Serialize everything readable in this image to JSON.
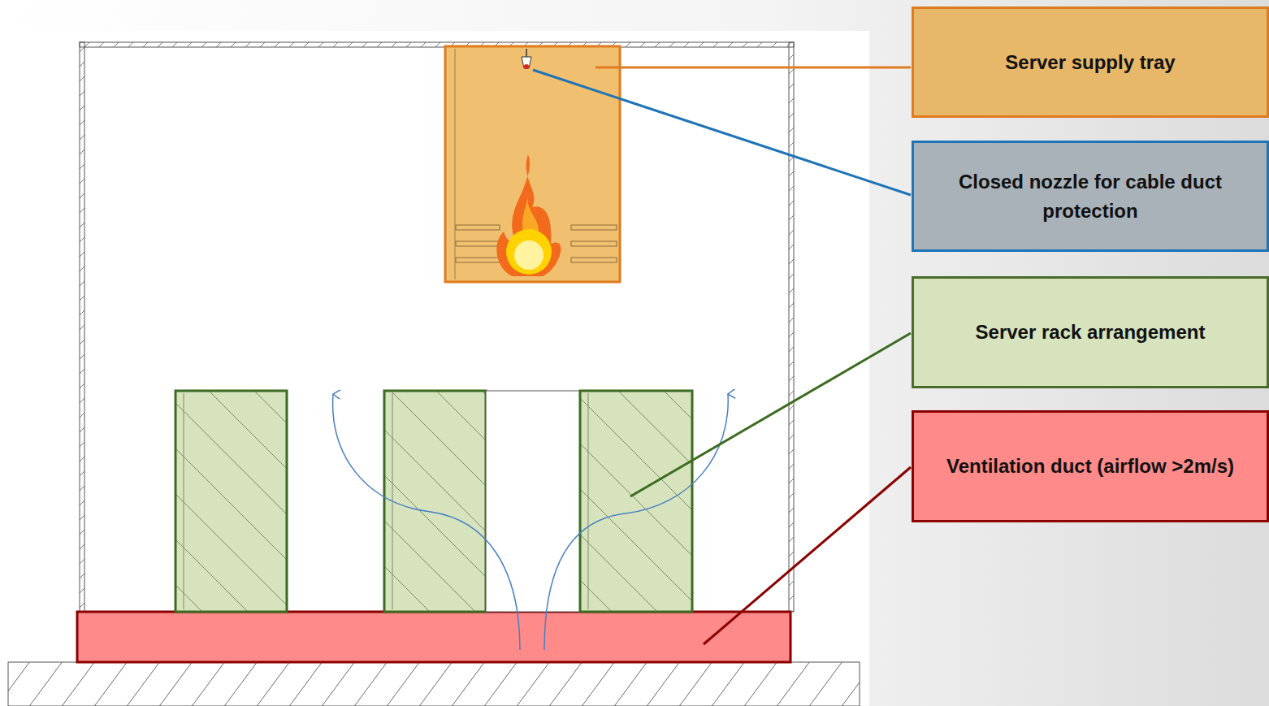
{
  "diagram": {
    "nodes": [
      {
        "text": [
          "Server supply tray"
        ]
      },
      {
        "text": [
          "Closed nozzle for cable duct protection"
        ]
      },
      {
        "text": [
          "Server rack arrangement"
        ]
      },
      {
        "text": [
          "Ventilation duct (airflow >2m/s)"
        ]
      }
    ]
  }
}
